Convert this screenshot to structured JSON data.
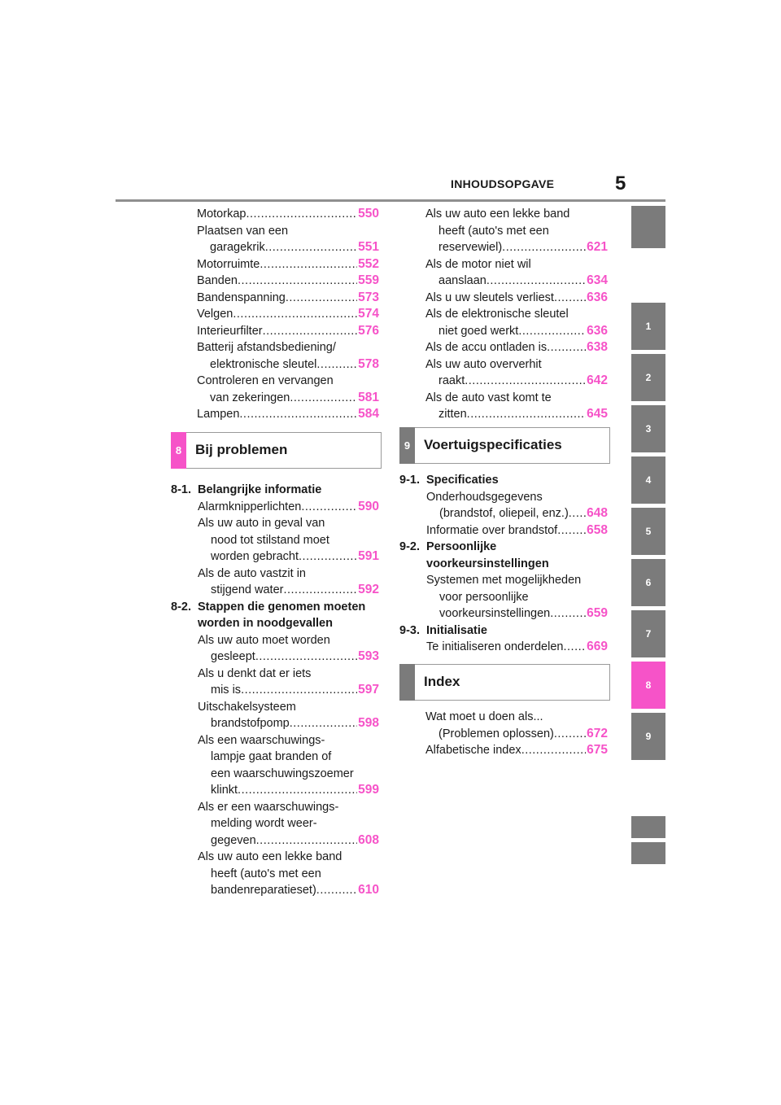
{
  "header": {
    "title": "INHOUDSOPGAVE",
    "page_number": "5"
  },
  "tabs": [
    "1",
    "2",
    "3",
    "4",
    "5",
    "6",
    "7",
    "8",
    "9"
  ],
  "active_tab": "8",
  "colors": {
    "accent": "#f653c8",
    "tab": "#7b7b7b",
    "rule": "#8f8f8f"
  },
  "col1_top": [
    {
      "lines": [],
      "last": "Motorkap",
      "page": "550"
    },
    {
      "lines": [
        "Plaatsen van een"
      ],
      "last": "garagekrik",
      "page": "551"
    },
    {
      "lines": [],
      "last": "Motorruimte",
      "page": "552"
    },
    {
      "lines": [],
      "last": "Banden",
      "page": "559"
    },
    {
      "lines": [],
      "last": "Bandenspanning",
      "page": "573"
    },
    {
      "lines": [],
      "last": "Velgen",
      "page": "574"
    },
    {
      "lines": [],
      "last": "Interieurfilter",
      "page": "576"
    },
    {
      "lines": [
        "Batterij afstandsbediening/"
      ],
      "last": "elektronische sleutel",
      "page": "578"
    },
    {
      "lines": [
        "Controleren en vervangen"
      ],
      "last": "van zekeringen",
      "page": "581"
    },
    {
      "lines": [],
      "last": "Lampen",
      "page": "584"
    }
  ],
  "chapter8": {
    "number": "8",
    "title": "Bij problemen"
  },
  "sec81": {
    "number": "8-1.",
    "title": "Belangrijke informatie",
    "entries": [
      {
        "lines": [],
        "last": "Alarmknipperlichten",
        "page": "590"
      },
      {
        "lines": [
          "Als uw auto in geval van",
          "nood tot stilstand moet"
        ],
        "last": "worden gebracht",
        "page": "591"
      },
      {
        "lines": [
          "Als de auto vastzit in"
        ],
        "last": "stijgend water",
        "page": "592"
      }
    ]
  },
  "sec82": {
    "number": "8-2.",
    "title_line1": "Stappen die genomen moeten",
    "title_line2": "worden in noodgevallen",
    "entries": [
      {
        "lines": [
          "Als uw auto moet worden"
        ],
        "last": "gesleept",
        "page": "593"
      },
      {
        "lines": [
          "Als u denkt dat er iets"
        ],
        "last": "mis is",
        "page": "597"
      },
      {
        "lines": [
          "Uitschakelsysteem"
        ],
        "last": "brandstofpomp",
        "page": "598"
      },
      {
        "lines": [
          "Als een waarschuwings-",
          "lampje gaat branden of",
          "een waarschuwingszoemer"
        ],
        "last": "klinkt",
        "page": "599"
      },
      {
        "lines": [
          "Als er een waarschuwings-",
          "melding wordt weer-"
        ],
        "last": "gegeven",
        "page": "608"
      },
      {
        "lines": [
          "Als uw auto een lekke band",
          "heeft (auto's met een"
        ],
        "last": "bandenreparatieset)",
        "page": "610"
      }
    ]
  },
  "col2_top": [
    {
      "lines": [
        "Als uw auto een lekke band",
        "heeft (auto's met een"
      ],
      "last": "reservewiel)",
      "page": "621"
    },
    {
      "lines": [
        "Als de motor niet wil"
      ],
      "last": "aanslaan",
      "page": "634"
    },
    {
      "lines": [],
      "last": "Als u uw sleutels verliest",
      "page": "636"
    },
    {
      "lines": [
        "Als de elektronische sleutel"
      ],
      "last": "niet goed werkt",
      "page": "636"
    },
    {
      "lines": [],
      "last": "Als de accu ontladen is",
      "page": "638"
    },
    {
      "lines": [
        "Als uw auto oververhit"
      ],
      "last": "raakt",
      "page": "642"
    },
    {
      "lines": [
        "Als de auto vast komt te"
      ],
      "last": "zitten",
      "page": "645"
    }
  ],
  "chapter9": {
    "number": "9",
    "title": "Voertuigspecificaties"
  },
  "sec91": {
    "number": "9-1.",
    "title": "Specificaties",
    "entries": [
      {
        "lines": [
          "Onderhoudsgegevens"
        ],
        "last": "(brandstof, oliepeil, enz.)",
        "page": "648"
      },
      {
        "lines": [],
        "last": "Informatie over brandstof",
        "page": "658"
      }
    ]
  },
  "sec92": {
    "number": "9-2.",
    "title_line1": "Persoonlijke",
    "title_line2": "voorkeursinstellingen",
    "entries": [
      {
        "lines": [
          "Systemen met mogelijkheden",
          "voor persoonlijke"
        ],
        "last": "voorkeursinstellingen",
        "page": "659"
      }
    ]
  },
  "sec93": {
    "number": "9-3.",
    "title": "Initialisatie",
    "entries": [
      {
        "lines": [],
        "last": "Te initialiseren onderdelen",
        "page": "669"
      }
    ]
  },
  "index_box": {
    "title": "Index"
  },
  "index_entries": [
    {
      "lines": [
        "Wat moet u doen als..."
      ],
      "last": "(Problemen oplossen)",
      "page": "672"
    },
    {
      "lines": [],
      "last": "Alfabetische index",
      "page": "675"
    }
  ]
}
